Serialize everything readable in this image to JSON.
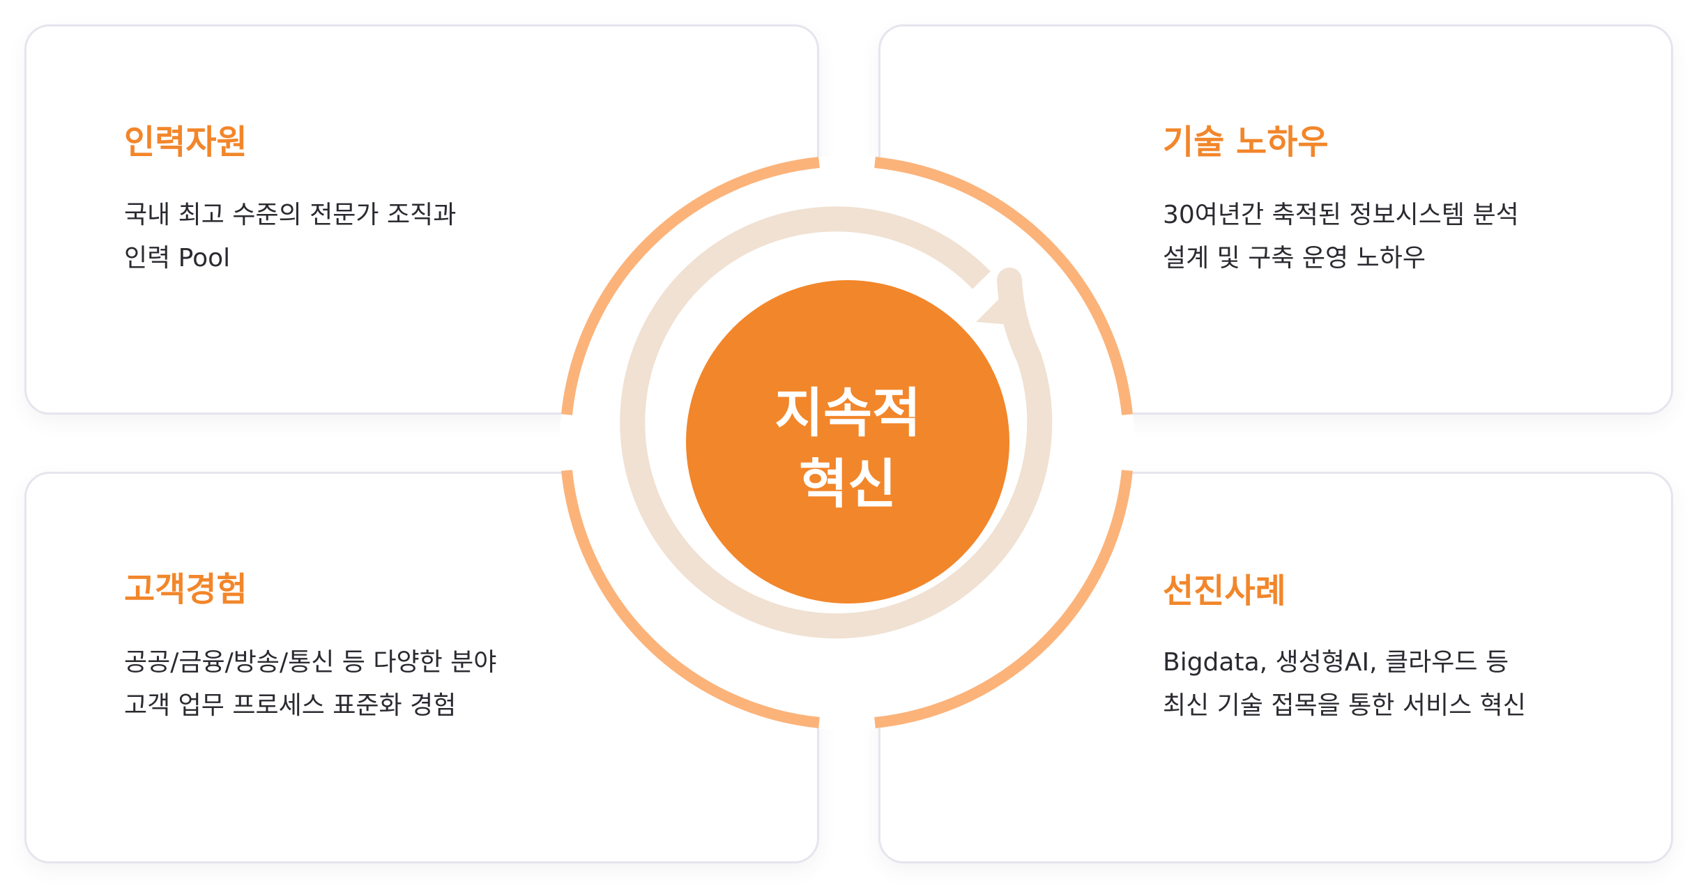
{
  "center": {
    "line1": "지속적",
    "line2": "혁신"
  },
  "cards": {
    "top_left": {
      "title": "인력자원",
      "desc_line1": "국내 최고 수준의 전문가 조직과",
      "desc_line2": "인력 Pool"
    },
    "top_right": {
      "title": "기술 노하우",
      "desc_line1": "30여년간 축적된 정보시스템 분석",
      "desc_line2": "설계 및 구축 운영 노하우"
    },
    "bottom_left": {
      "title": "고객경험",
      "desc_line1": "공공/금융/방송/통신 등 다양한 분야",
      "desc_line2": "고객 업무 프로세스 표준화 경험"
    },
    "bottom_right": {
      "title": "선진사례",
      "desc_line1": "Bigdata, 생성형AI, 클라우드 등",
      "desc_line2": "최신 기술 접목을 통한 서비스 혁신"
    }
  },
  "colors": {
    "accent": "#f2862a",
    "outer_ring": "#fbb37a",
    "inner_ring": "#f0e1d2",
    "card_border": "#e5e5ee",
    "text": "#2a2a30"
  },
  "icons": {
    "cycle": "circular-arrow-icon"
  }
}
